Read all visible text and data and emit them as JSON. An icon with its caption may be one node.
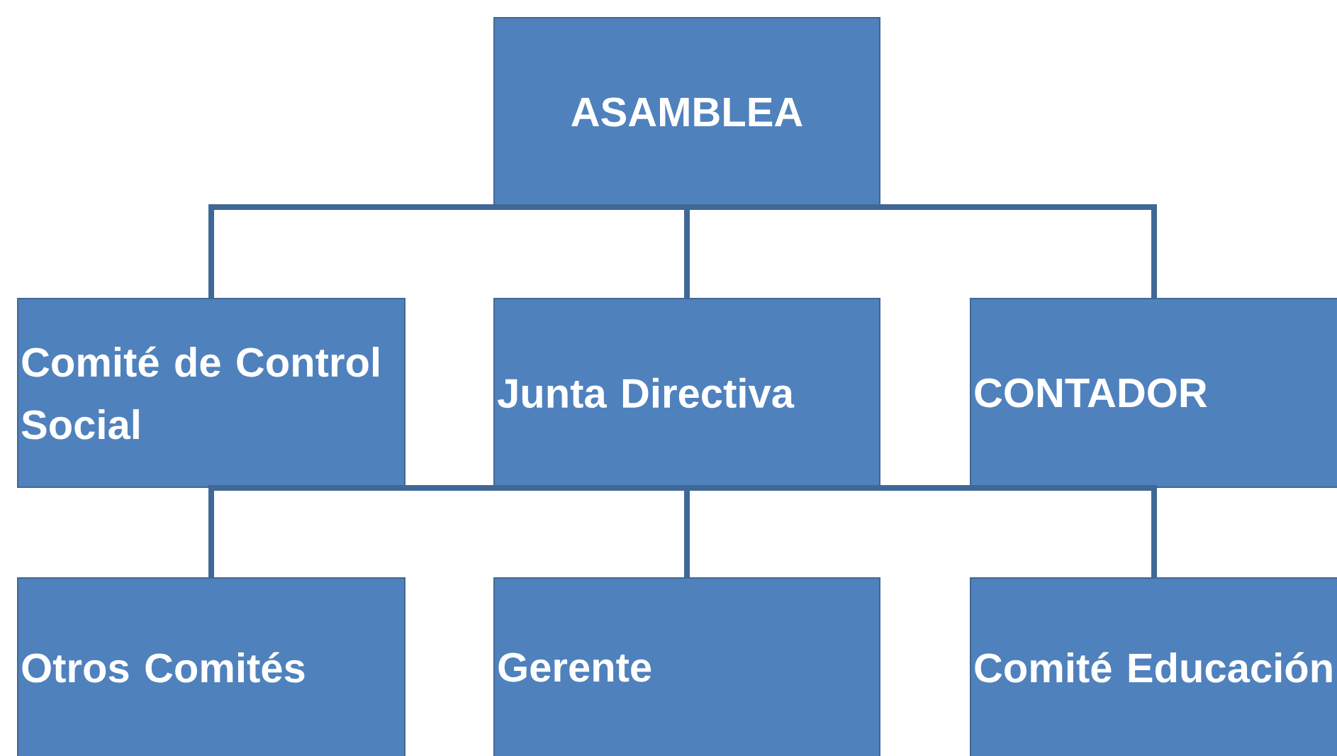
{
  "diagram": {
    "nodes": [
      {
        "text": [
          "ASAMBLEA"
        ]
      },
      {
        "text": [
          "Comité de Control Social"
        ]
      },
      {
        "text": [
          "Junta Directiva"
        ]
      },
      {
        "text": [
          "CONTADOR"
        ]
      },
      {
        "text": [
          "Otros Comités"
        ]
      },
      {
        "text": [
          "Gerente"
        ]
      },
      {
        "text": [
          "Comité Educación"
        ]
      }
    ],
    "edges": [
      {
        "from": 0,
        "to": 1,
        "arrow": "none"
      },
      {
        "from": 0,
        "to": 2,
        "arrow": "none"
      },
      {
        "from": 0,
        "to": 3,
        "arrow": "none"
      },
      {
        "from": 2,
        "to": 4,
        "arrow": "none"
      },
      {
        "from": 2,
        "to": 5,
        "arrow": "none"
      },
      {
        "from": 2,
        "to": 6,
        "arrow": "none"
      }
    ]
  }
}
